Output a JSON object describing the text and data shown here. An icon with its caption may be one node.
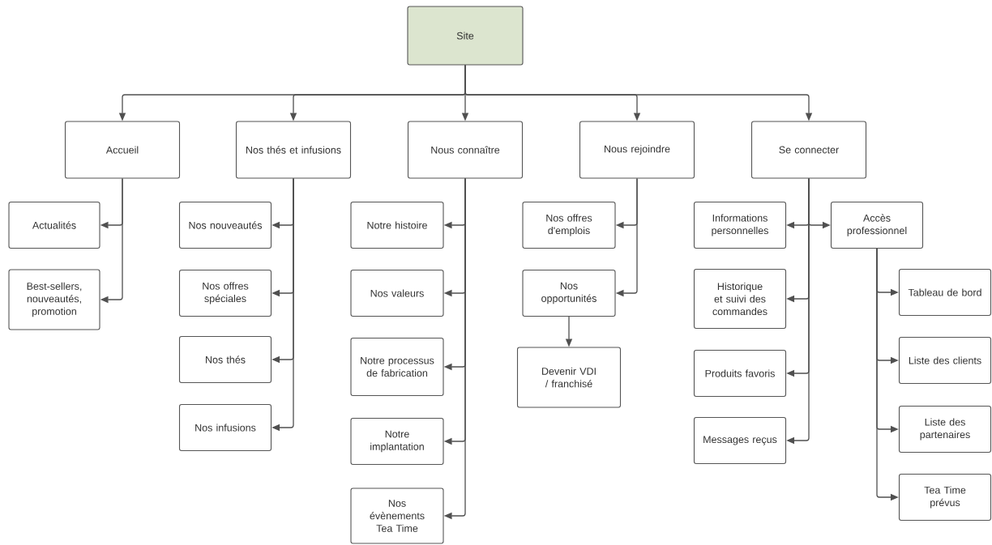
{
  "diagram": {
    "nodes": [
      {
        "text": [
          "Site"
        ]
      },
      {
        "text": [
          "Accueil"
        ]
      },
      {
        "text": [
          "Nos thés et infusions"
        ]
      },
      {
        "text": [
          "Nous connaître"
        ]
      },
      {
        "text": [
          "Nous rejoindre"
        ]
      },
      {
        "text": [
          "Se connecter"
        ]
      },
      {
        "text": [
          "Actualités"
        ]
      },
      {
        "text": [
          "Best-sellers, nouveautés, promotion"
        ]
      },
      {
        "text": [
          "Nos nouveautés"
        ]
      },
      {
        "text": [
          "Nos offres spéciales"
        ]
      },
      {
        "text": [
          "Nos thés"
        ]
      },
      {
        "text": [
          "Nos infusions"
        ]
      },
      {
        "text": [
          "Notre histoire"
        ]
      },
      {
        "text": [
          "Nos valeurs"
        ]
      },
      {
        "text": [
          "Notre processus de fabrication"
        ]
      },
      {
        "text": [
          "Notre implantation"
        ]
      },
      {
        "text": [
          "Nos évènements Tea Time"
        ]
      },
      {
        "text": [
          "Nos offres d'emplois"
        ]
      },
      {
        "text": [
          "Nos opportunités"
        ]
      },
      {
        "text": [
          "Devenir VDI / franchisé"
        ]
      },
      {
        "text": [
          "Informations personnelles"
        ]
      },
      {
        "text": [
          "Accès professionnel"
        ]
      },
      {
        "text": [
          "Historique et suivi des commandes"
        ]
      },
      {
        "text": [
          "Produits favoris"
        ]
      },
      {
        "text": [
          "Messages reçus"
        ]
      },
      {
        "text": [
          "Tableau de bord"
        ]
      },
      {
        "text": [
          "Liste des clients"
        ]
      },
      {
        "text": [
          "Liste des partenaires"
        ]
      },
      {
        "text": [
          "Tea Time prévus"
        ]
      }
    ],
    "edges": [
      {
        "from": 0,
        "to": 1,
        "arrow": "to"
      },
      {
        "from": 0,
        "to": 2,
        "arrow": "to"
      },
      {
        "from": 0,
        "to": 3,
        "arrow": "to"
      },
      {
        "from": 0,
        "to": 4,
        "arrow": "to"
      },
      {
        "from": 0,
        "to": 5,
        "arrow": "to"
      },
      {
        "from": 1,
        "to": 6,
        "arrow": "to"
      },
      {
        "from": 1,
        "to": 7,
        "arrow": "to"
      },
      {
        "from": 2,
        "to": 8,
        "arrow": "to"
      },
      {
        "from": 2,
        "to": 9,
        "arrow": "to"
      },
      {
        "from": 2,
        "to": 10,
        "arrow": "to"
      },
      {
        "from": 2,
        "to": 11,
        "arrow": "to"
      },
      {
        "from": 3,
        "to": 12,
        "arrow": "to"
      },
      {
        "from": 3,
        "to": 13,
        "arrow": "to"
      },
      {
        "from": 3,
        "to": 14,
        "arrow": "to"
      },
      {
        "from": 3,
        "to": 15,
        "arrow": "to"
      },
      {
        "from": 3,
        "to": 16,
        "arrow": "to"
      },
      {
        "from": 4,
        "to": 17,
        "arrow": "to"
      },
      {
        "from": 4,
        "to": 18,
        "arrow": "to"
      },
      {
        "from": 18,
        "to": 19,
        "arrow": "to"
      },
      {
        "from": 5,
        "to": 20,
        "arrow": "to"
      },
      {
        "from": 5,
        "to": 21,
        "arrow": "to"
      },
      {
        "from": 5,
        "to": 22,
        "arrow": "to"
      },
      {
        "from": 5,
        "to": 23,
        "arrow": "to"
      },
      {
        "from": 5,
        "to": 24,
        "arrow": "to"
      },
      {
        "from": 21,
        "to": 25,
        "arrow": "to"
      },
      {
        "from": 21,
        "to": 26,
        "arrow": "to"
      },
      {
        "from": 21,
        "to": 27,
        "arrow": "to"
      },
      {
        "from": 21,
        "to": 28,
        "arrow": "to"
      }
    ]
  }
}
